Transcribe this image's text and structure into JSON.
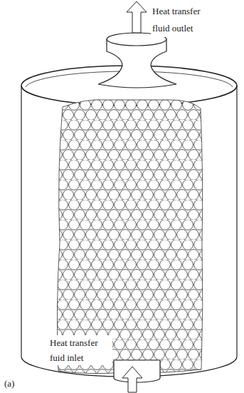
{
  "diagram": {
    "labels": [
      "Heat transfer fluid outlet",
      "Heat transfer fuid inlet",
      "(a)"
    ]
  }
}
